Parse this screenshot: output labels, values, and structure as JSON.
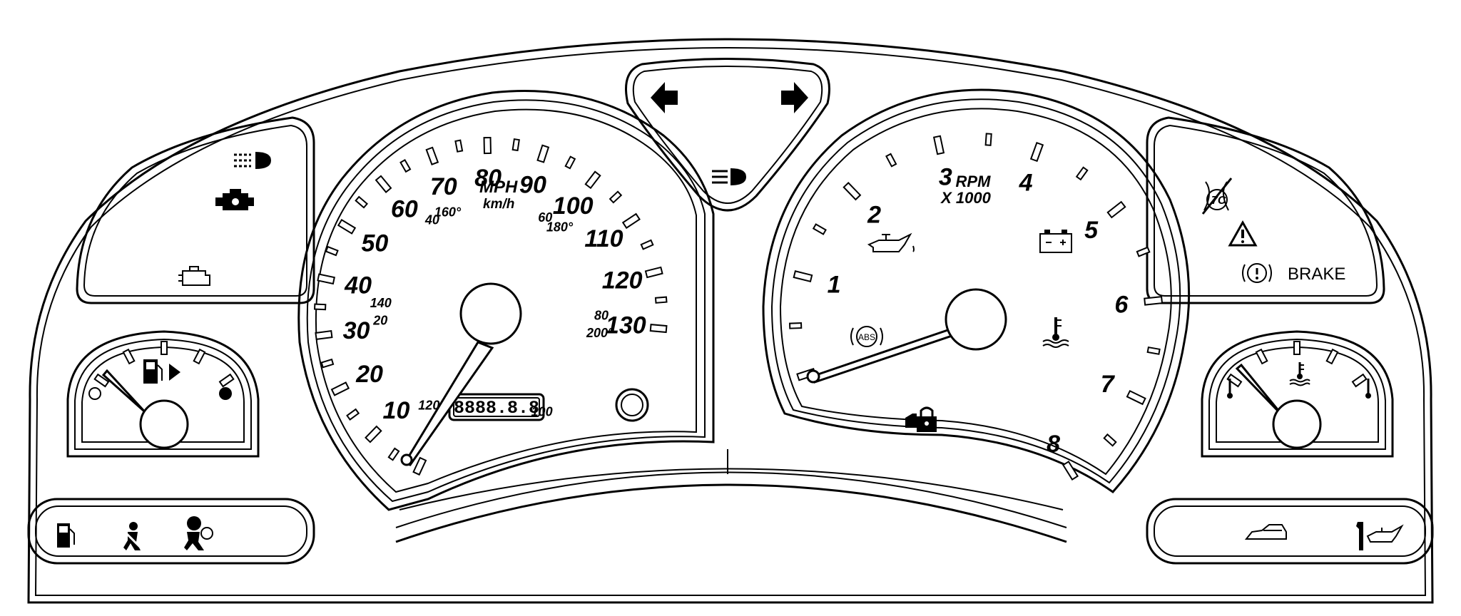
{
  "speedometer": {
    "unit_primary": "MPH",
    "unit_secondary": "km/h",
    "mph_labels": [
      "10",
      "20",
      "30",
      "40",
      "50",
      "60",
      "70",
      "80",
      "90",
      "100",
      "110",
      "120",
      "130"
    ],
    "kmh_labels": [
      "20",
      "40",
      "60",
      "80",
      "100",
      "120",
      "140",
      "160°",
      "180°",
      "200°"
    ],
    "odometer": "8888.8.8"
  },
  "tachometer": {
    "unit": "RPM",
    "multiplier": "X 1000",
    "labels": [
      "1",
      "2",
      "3",
      "4",
      "5",
      "6",
      "7",
      "8"
    ]
  },
  "warnings": {
    "brake_label": "BRAKE",
    "abs_label": "ABS"
  },
  "icons": [
    "left-turn-signal-icon",
    "right-turn-signal-icon",
    "high-beam-icon",
    "fog-lamp-icon",
    "engine-icon",
    "check-engine-icon",
    "traction-off-icon",
    "hazard-triangle-icon",
    "brake-warning-icon",
    "oil-pressure-icon",
    "battery-icon",
    "coolant-temp-icon",
    "security-lock-icon",
    "fuel-pump-icon",
    "low-fuel-icon",
    "seatbelt-icon",
    "airbag-icon",
    "door-ajar-icon",
    "change-oil-icon"
  ]
}
